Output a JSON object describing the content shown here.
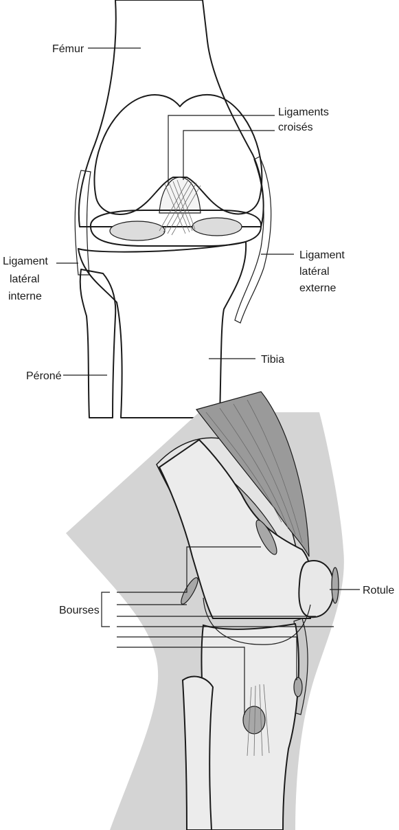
{
  "front_view": {
    "labels": {
      "femur": "Fémur",
      "cruciate_line1": "Ligaments",
      "cruciate_line2": "croisés",
      "medial_line1": "Ligament",
      "medial_line2": "latéral",
      "medial_line3": "interne",
      "lateral_line1": "Ligament",
      "lateral_line2": "latéral",
      "lateral_line3": "externe",
      "fibula": "Péroné",
      "tibia": "Tibia"
    }
  },
  "side_view": {
    "labels": {
      "bursae": "Bourses",
      "patella": "Rotule"
    }
  },
  "colors": {
    "outline": "#1a1a1a",
    "bone_fill": "#ececec",
    "condyle_fill": "#dcdcdc",
    "meniscus_fill": "#bdbdbd",
    "soft_tissue": "#d4d4d4",
    "muscle_dark": "#9a9a9a",
    "muscle_light": "#b8b8b8",
    "bursa_fill": "#a8a8a8"
  }
}
